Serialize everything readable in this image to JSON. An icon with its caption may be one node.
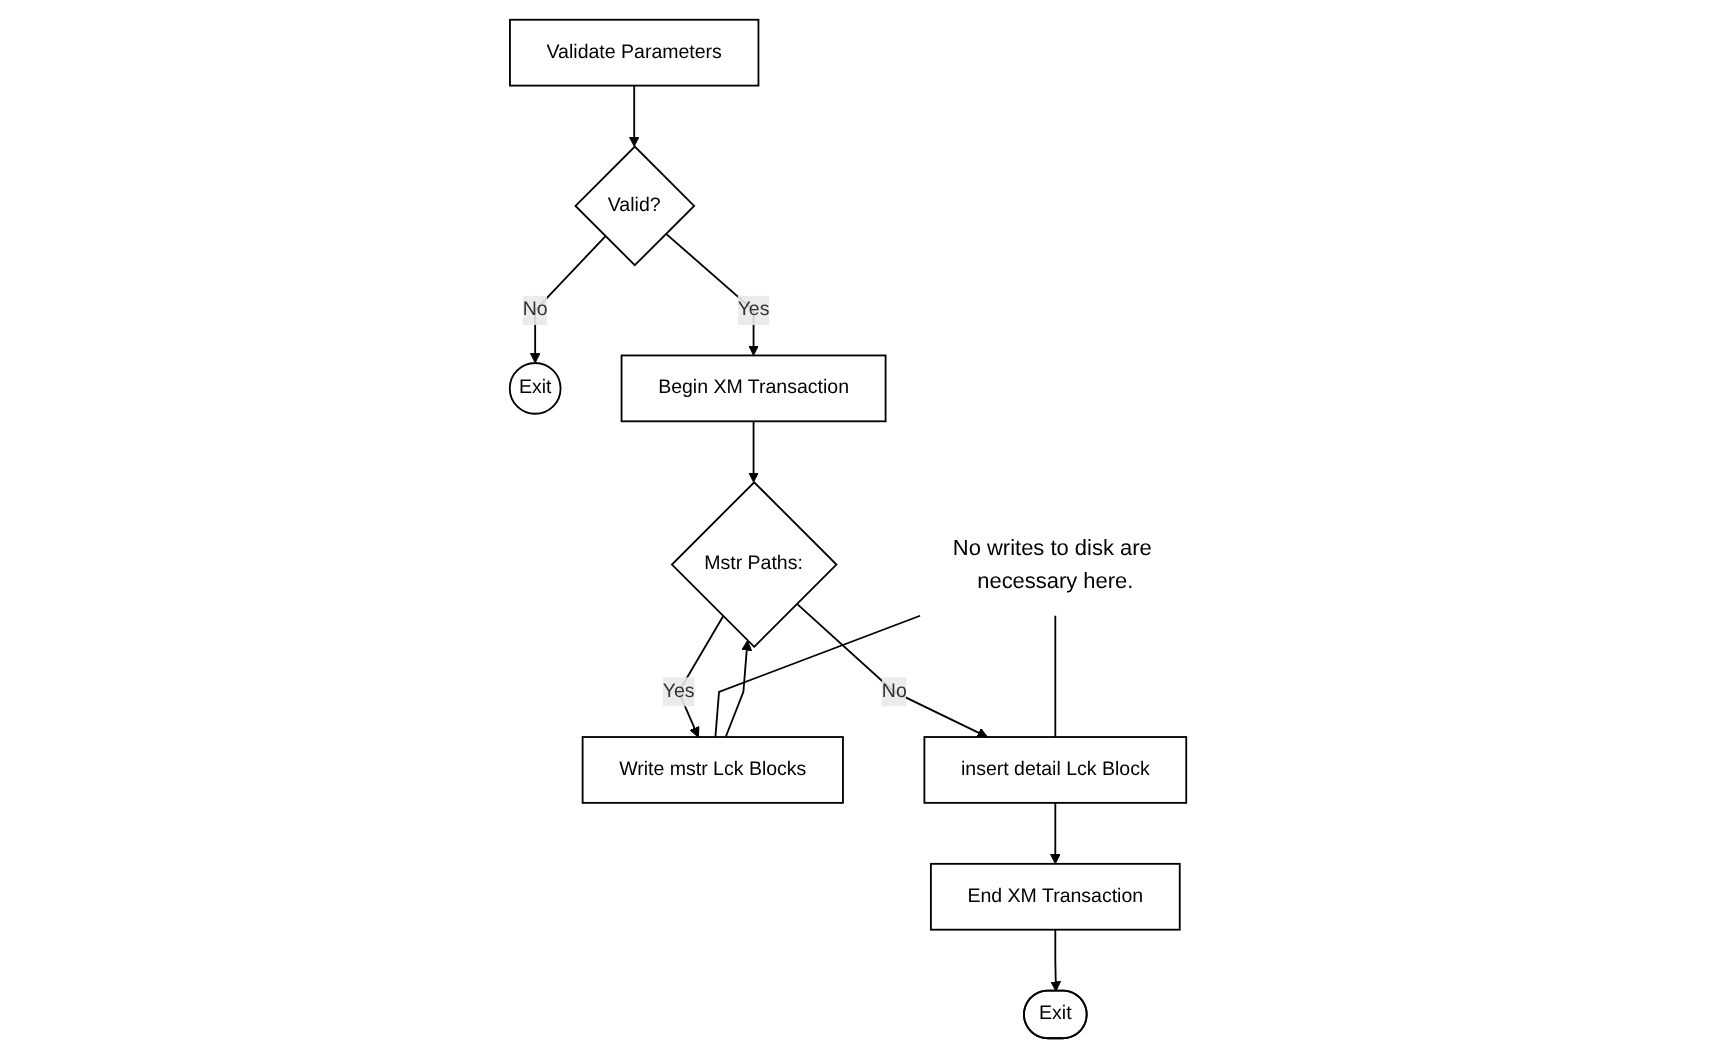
{
  "diagram": {
    "nodes": [
      {
        "text": [
          "Validate Parameters"
        ]
      },
      {
        "text": [
          "Valid?"
        ]
      },
      {
        "text": [
          "Exit"
        ]
      },
      {
        "text": [
          "Begin XM Transaction"
        ]
      },
      {
        "text": [
          "Mstr Paths:"
        ]
      },
      {
        "text": [
          "Write mstr Lck Blocks"
        ]
      },
      {
        "text": [
          "insert detail Lck Block"
        ]
      },
      {
        "text": [
          "End XM Transaction"
        ]
      },
      {
        "text": [
          "Exit"
        ]
      },
      {
        "text": [
          "No writes to disk are necessary here."
        ]
      }
    ],
    "edges": [
      {
        "from": 0,
        "to": 1,
        "arrow": "to"
      },
      {
        "from": 1,
        "to": 2,
        "arrow": "to",
        "label": "No"
      },
      {
        "from": 1,
        "to": 3,
        "arrow": "to",
        "label": "Yes"
      },
      {
        "from": 3,
        "to": 4,
        "arrow": "to"
      },
      {
        "from": 4,
        "to": 5,
        "arrow": "to",
        "label": "Yes"
      },
      {
        "from": 5,
        "to": 4,
        "arrow": "to"
      },
      {
        "from": 4,
        "to": 6,
        "arrow": "to",
        "label": "No"
      },
      {
        "from": 6,
        "to": 7,
        "arrow": "to"
      },
      {
        "from": 7,
        "to": 8,
        "arrow": "to"
      },
      {
        "from": 9,
        "to": 5,
        "arrow": "none"
      },
      {
        "from": 9,
        "to": 6,
        "arrow": "none"
      }
    ]
  }
}
